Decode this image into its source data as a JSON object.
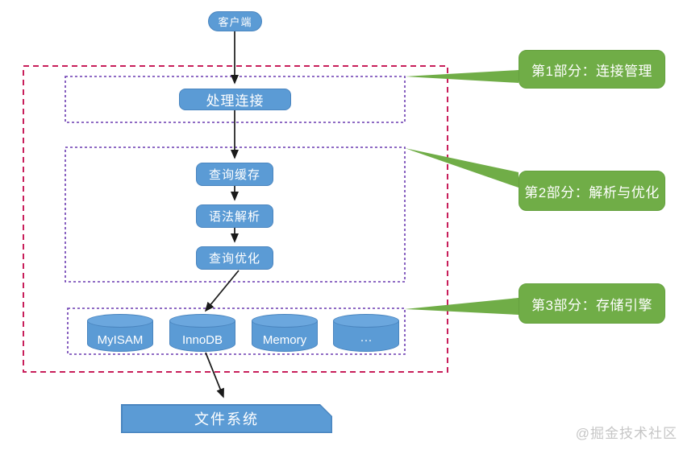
{
  "diagram": {
    "nodes": {
      "client": "客户端",
      "handle_connection": "处理连接",
      "query_cache": "查询缓存",
      "syntax_parse": "语法解析",
      "query_optimize": "查询优化",
      "file_system": "文件系统"
    },
    "storage_engines": [
      "MyISAM",
      "InnoDB",
      "Memory",
      "···"
    ],
    "section_labels": [
      {
        "text": "第1部分：连接管理"
      },
      {
        "text": "第2部分：解析与优化"
      },
      {
        "text": "第3部分：存储引擎"
      }
    ],
    "watermark": "@掘金技术社区",
    "colors": {
      "node_blue": "#5B9BD5",
      "node_border": "#4a85bf",
      "label_green": "#70AD47",
      "outer_dashed_border": "#C81E5A",
      "inner_dashed_border": "#6A3AB0",
      "arrow": "#1a1a1a",
      "watermark_gray": "#c6c6c6"
    }
  }
}
